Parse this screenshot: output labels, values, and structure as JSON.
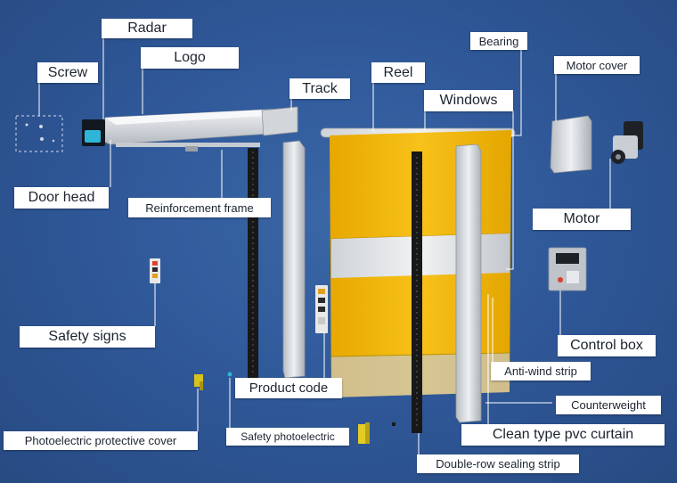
{
  "labels": {
    "radar": "Radar",
    "logo": "Logo",
    "screw": "Screw",
    "track": "Track",
    "reel": "Reel",
    "bearing": "Bearing",
    "windows": "Windows",
    "motor_cover": "Motor cover",
    "door_head": "Door head",
    "reinforcement_frame": "Reinforcement frame",
    "motor": "Motor",
    "control_box": "Control box",
    "safety_signs": "Safety signs",
    "anti_wind_strip": "Anti-wind strip",
    "product_code": "Product code",
    "counterweight": "Counterweight",
    "clean_type_pvc_curtain": "Clean type pvc curtain",
    "photoelectric_protective_cover": "Photoelectric protective cover",
    "safety_photoelectric": "Safety photoelectric",
    "double_row_sealing_strip": "Double-row sealing strip"
  },
  "colors": {
    "background": "#30599a",
    "curtain": "#f2b705",
    "frame": "#d9dce0",
    "track": "#1b1b1b",
    "label_bg": "#ffffff",
    "leader_line": "#ffffff"
  }
}
